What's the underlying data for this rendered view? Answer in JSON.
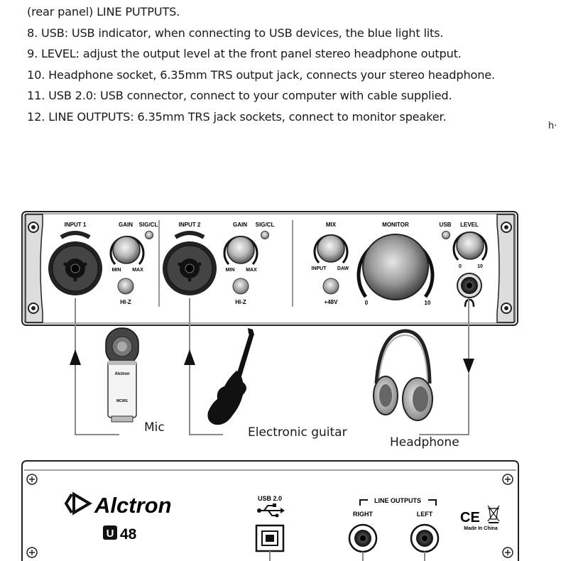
{
  "doc": {
    "lines": [
      "(rear panel) LINE PUTPUTS.",
      "8. USB: USB indicator, when connecting to USB devices, the blue light lits.",
      "9. LEVEL: adjust the output level at the front panel stereo headphone output.",
      "10. Headphone socket, 6.35mm TRS output jack, connects your stereo headphone.",
      "11. USB 2.0: USB connector, connect to your computer with cable supplied.",
      "12. LINE OUTPUTS: 6.35mm TRS jack sockets, connect to monitor speaker."
    ],
    "edge_mark": "h·"
  },
  "front_panel": {
    "input1": "INPUT 1",
    "input2": "INPUT 2",
    "gain": "GAIN",
    "sigcl": "SIG/CL",
    "min": "MIN",
    "max": "MAX",
    "hiz": "HI-Z",
    "mix": "MIX",
    "mix_input": "INPUT",
    "mix_daw": "DAW",
    "phantom": "+48V",
    "monitor": "MONITOR",
    "monitor_min": "0",
    "monitor_max": "10",
    "usb": "USB",
    "level": "LEVEL",
    "level_min": "0",
    "level_max": "10"
  },
  "devices": {
    "mic_brand": "Alctron",
    "mic_model": "MC001",
    "mic_label": "Mic",
    "guitar_label": "Electronic guitar",
    "headphone_label": "Headphone"
  },
  "rear_panel": {
    "brand": "Alctron",
    "model_badge": "U",
    "model_number": "48",
    "usb_label": "USB 2.0",
    "line_outputs": "LINE OUTPUTS",
    "right": "RIGHT",
    "left": "LEFT",
    "ce": "CE",
    "made_in": "Made In China"
  }
}
